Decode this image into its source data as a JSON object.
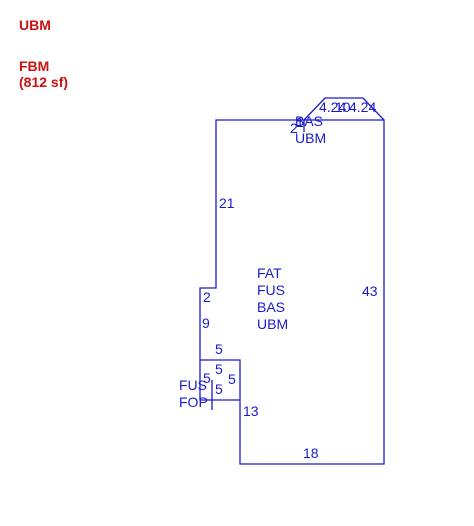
{
  "legend": {
    "item1": "UBM",
    "item2_code": "FBM",
    "item2_area": "(812 sf)"
  },
  "colors": {
    "legend_text": "#cc1111",
    "sketch_lines": "#1a1acc",
    "background": "#ffffff"
  },
  "sketch": {
    "top_labels": {
      "a": "4.24",
      "b": "10",
      "c": "4.24",
      "d": "2",
      "e": "1"
    },
    "top_codes": [
      "BAS",
      "UBM"
    ],
    "main_codes": [
      "FAT",
      "FUS",
      "BAS",
      "UBM"
    ],
    "small_codes": [
      "FUS",
      "FOP"
    ],
    "dimensions": {
      "left_upper": "21",
      "right": "43",
      "left_step": "2",
      "left_mid": "9",
      "porch_top": "5",
      "porch_inner_top": "5",
      "porch_left": "5",
      "porch_right": "5",
      "porch_bottom": "5",
      "lower_left": "13",
      "bottom": "18"
    }
  }
}
